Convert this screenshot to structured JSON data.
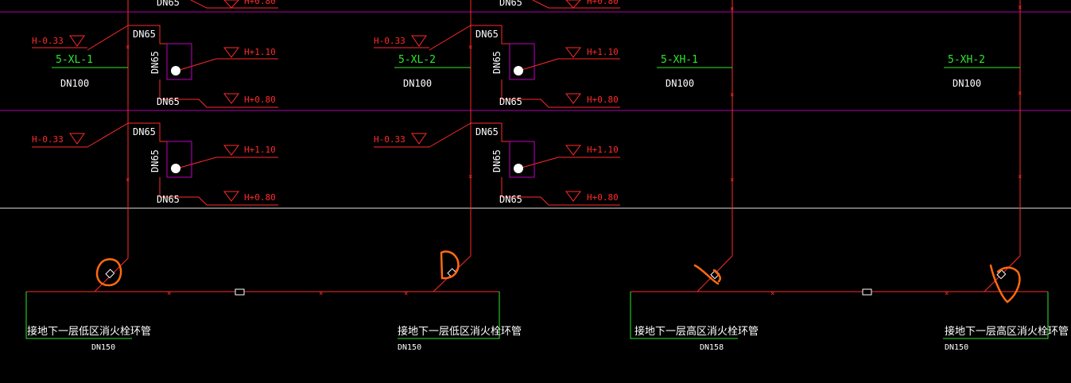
{
  "colors": {
    "background": "#000000",
    "pipe_red": "#ff2a2a",
    "floor_line_magenta": "#b000b0",
    "label_green": "#2ee62e",
    "label_white": "#ffffff",
    "markup_orange": "#ff6a10"
  },
  "labels": {
    "dn65": "DN65",
    "dn100": "DN100",
    "dn150": "DN150",
    "dn158": "DN158",
    "h_neg033": "H-0.33",
    "h_110": "H+1.10",
    "h_080": "H+0.80",
    "riser_xl1": "5-XL-1",
    "riser_xl2": "5-XL-2",
    "riser_xh1": "5-XH-1",
    "riser_xh2": "5-XH-2",
    "conn_low": "接地下一层低区消火栓环管",
    "conn_high": "接地下一层高区消火栓环管"
  },
  "icons": {
    "valve": "gate-valve-icon",
    "hydrant": "fire-hydrant-icon",
    "elevation": "elevation-triangle-icon",
    "markup": "hand-drawn-revision-mark"
  }
}
